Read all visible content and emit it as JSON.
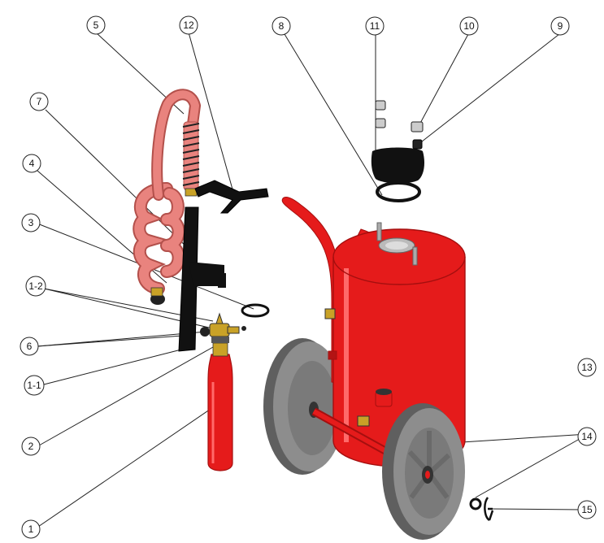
{
  "callouts": [
    {
      "id": "c5",
      "label": "5"
    },
    {
      "id": "c12",
      "label": "12"
    },
    {
      "id": "c8",
      "label": "8"
    },
    {
      "id": "c11",
      "label": "11"
    },
    {
      "id": "c10",
      "label": "10"
    },
    {
      "id": "c9",
      "label": "9"
    },
    {
      "id": "c7",
      "label": "7"
    },
    {
      "id": "c4",
      "label": "4"
    },
    {
      "id": "c3",
      "label": "3"
    },
    {
      "id": "c1-2",
      "label": "1-2"
    },
    {
      "id": "c6",
      "label": "6"
    },
    {
      "id": "c1-1",
      "label": "1-1"
    },
    {
      "id": "c2",
      "label": "2"
    },
    {
      "id": "c1",
      "label": "1"
    },
    {
      "id": "c13",
      "label": "13"
    },
    {
      "id": "c14",
      "label": "14"
    },
    {
      "id": "c15",
      "label": "15"
    }
  ],
  "colors": {
    "tank_red": "#e51b1b",
    "tank_dark": "#a50f0f",
    "hose_pink": "#e9837e",
    "hose_dark": "#b3504b",
    "wheel_gray": "#8d8d8d",
    "wheel_dark": "#5f5f5f",
    "black": "#111111",
    "brass": "#c9a227"
  }
}
